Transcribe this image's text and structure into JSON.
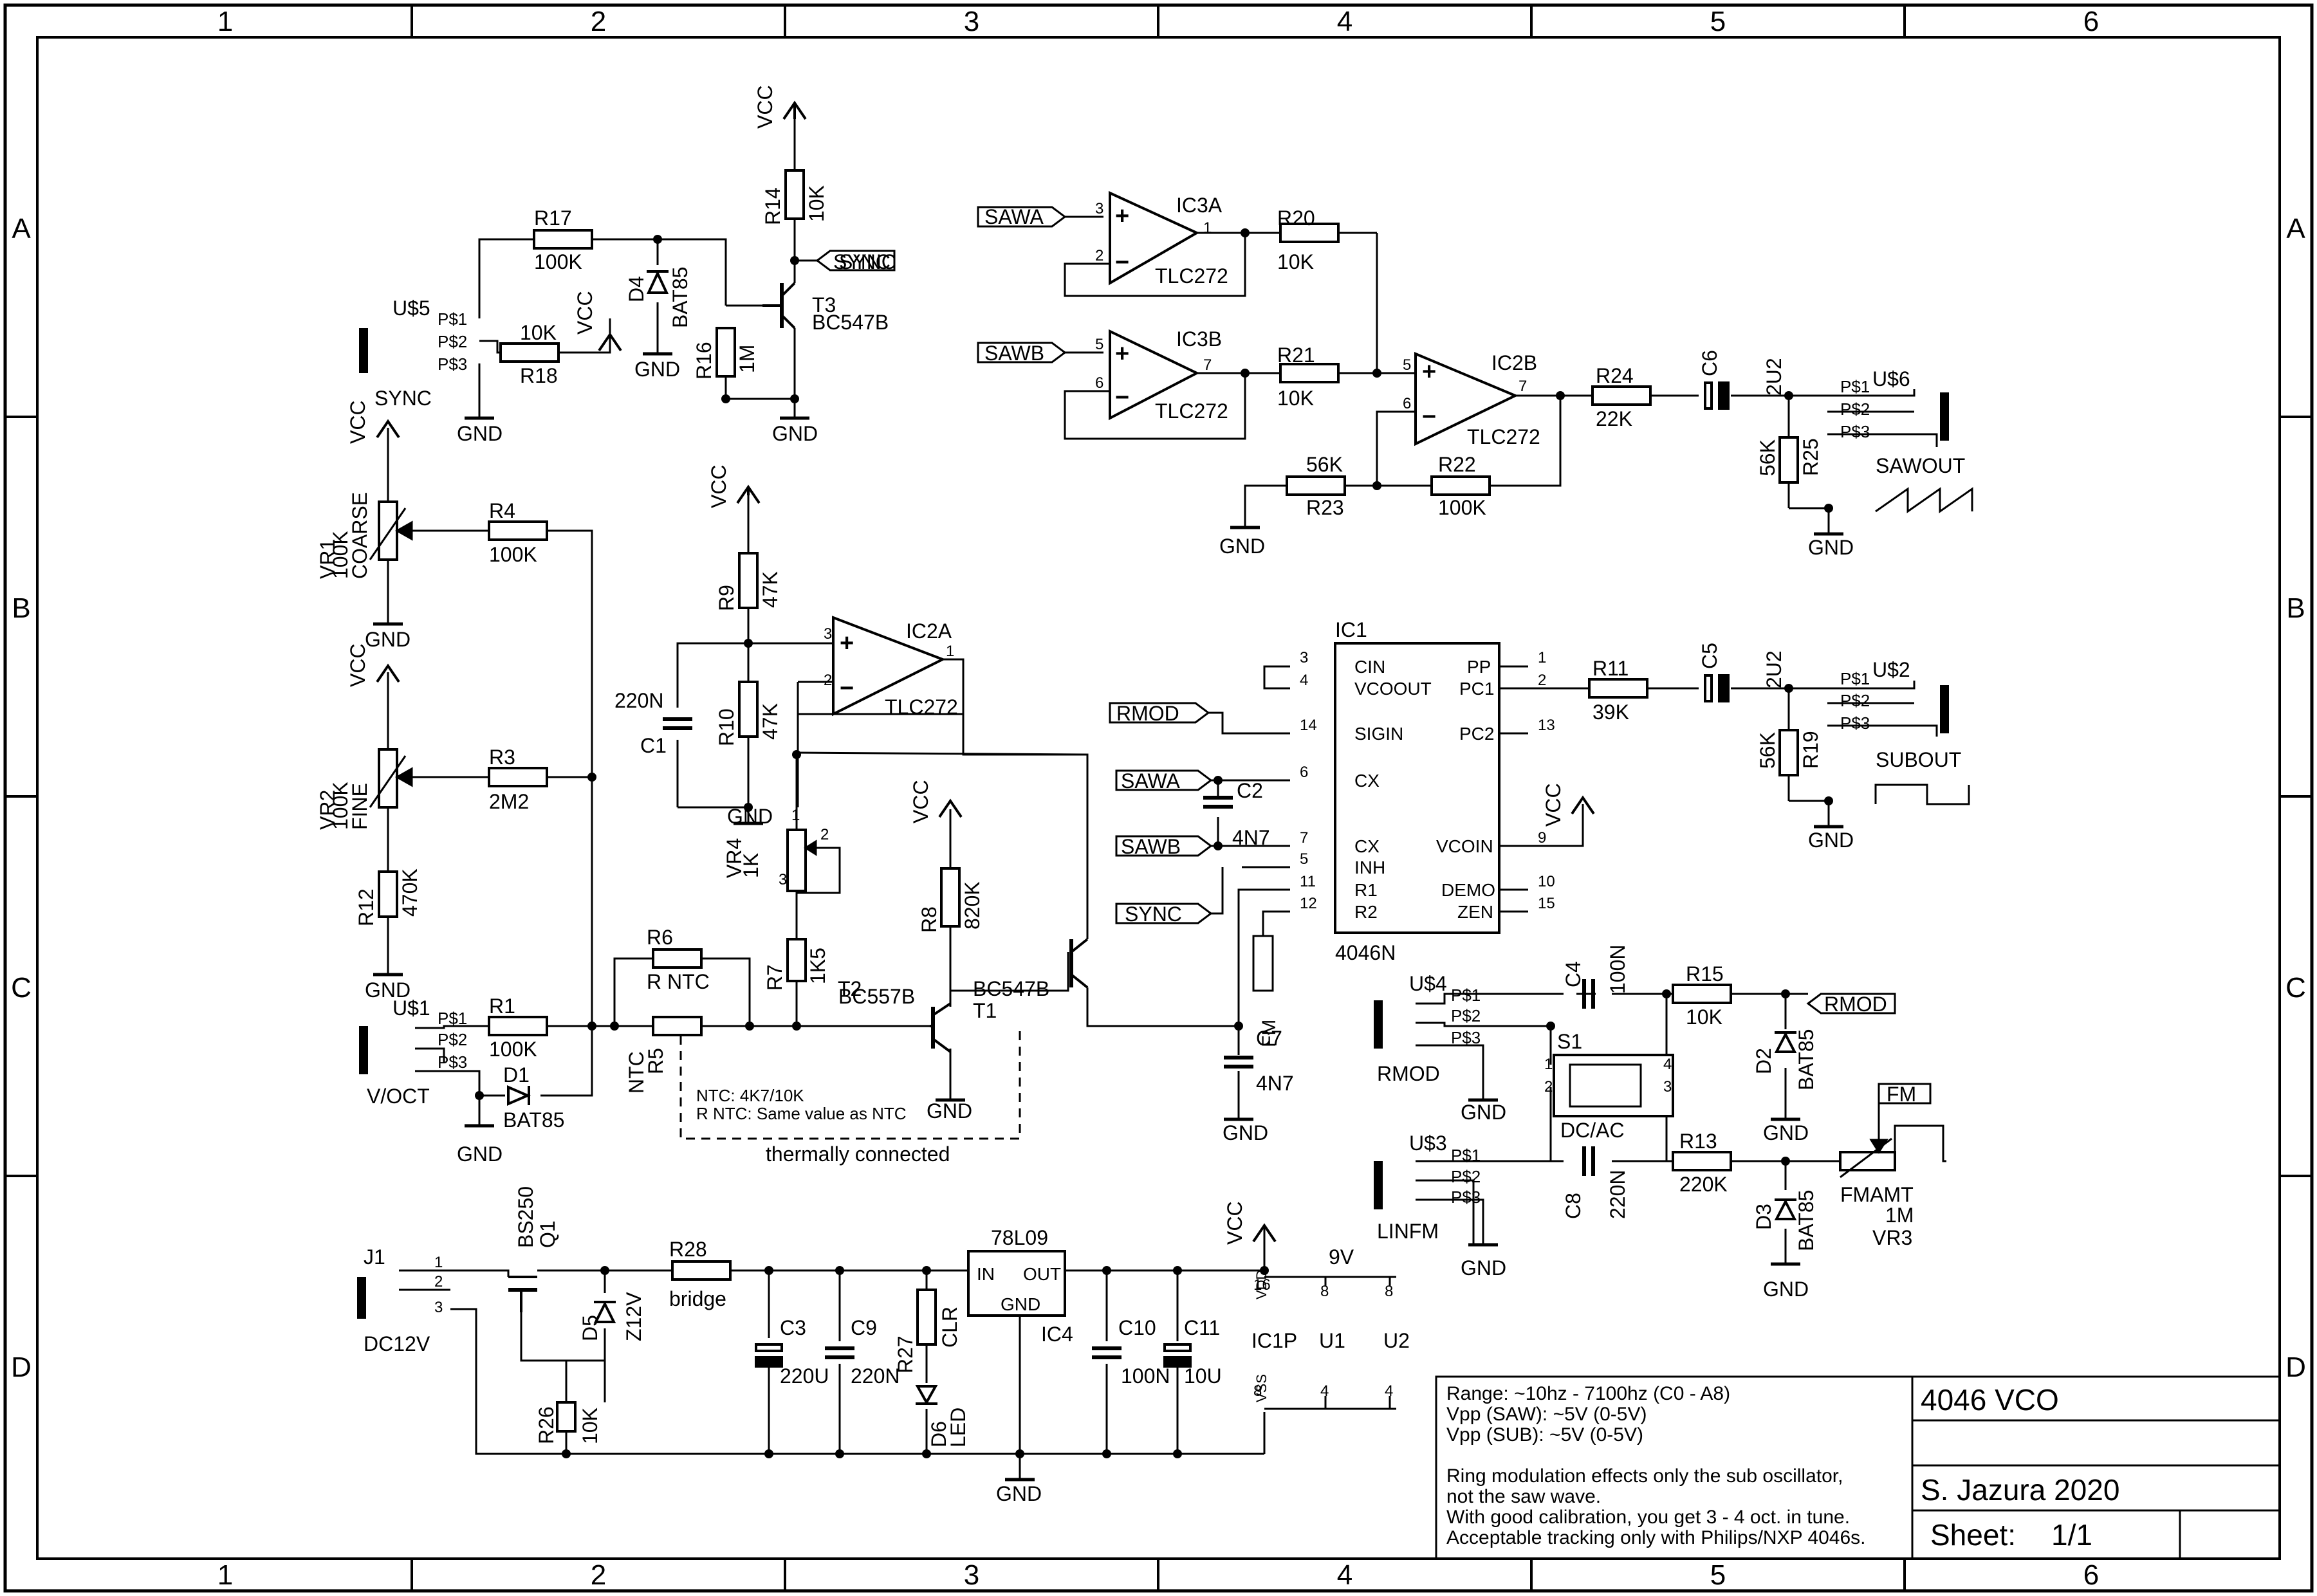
{
  "frame": {
    "columns": [
      "1",
      "2",
      "3",
      "4",
      "5",
      "6"
    ],
    "rows": [
      "A",
      "B",
      "C",
      "D"
    ]
  },
  "title_block": {
    "title": "4046 VCO",
    "author": "S. Jazura 2020",
    "sheet_label": "Sheet:",
    "sheet_value": "1/1",
    "notes": [
      "Range: ~10hz - 7100hz (C0 - A8)",
      "Vpp (SAW): ~5V (0-5V)",
      "Vpp (SUB): ~5V (0-5V)",
      "",
      "Ring modulation effects only the sub oscillator,",
      "not the saw wave.",
      "With good calibration, you get 3 - 4 oct. in tune.",
      "Acceptable tracking only with Philips/NXP 4046s."
    ]
  },
  "ntc_note": {
    "line1": "NTC: 4K7/10K",
    "line2": "R NTC: Same value as NTC",
    "caption": "thermally connected"
  },
  "labels": {
    "vcc": "VCC",
    "gnd": "GND",
    "9v": "9V",
    "sync": "SYNC",
    "sawa": "SAWA",
    "sawb": "SAWB",
    "rmod": "RMOD",
    "fm": "FM",
    "sawout": "SAWOUT",
    "subout": "SUBOUT",
    "voct": "V/OCT",
    "linfm": "LINFM",
    "dc12v": "DC12V",
    "dcac": "DC/AC",
    "bridge": "bridge",
    "p1": "P$1",
    "p2": "P$2",
    "p3": "P$3",
    "ic3a": "IC3A",
    "ic3b": "IC3B",
    "ic2a": "IC2A",
    "ic2b": "IC2B",
    "ic1": "IC1",
    "ic4": "IC4",
    "ic1p": "IC1P",
    "tlc272": "TLC272",
    "4046n": "4046N",
    "78l09": "78L09",
    "in": "IN",
    "out": "OUT",
    "u1": "U1",
    "u2": "U2",
    "vdd": "VDD",
    "vss": "VSS",
    "r20": "R20",
    "r21": "R21",
    "r22": "R22",
    "r23": "R23",
    "r24": "R24",
    "r25": "R25",
    "r19": "R19",
    "r11": "R11",
    "r17": "R17",
    "r18": "R18",
    "r14": "R14",
    "r16": "R16",
    "r4": "R4",
    "r3": "R3",
    "r12": "R12",
    "r1": "R1",
    "r6": "R6",
    "r5": "R5",
    "r7": "R7",
    "r8": "R8",
    "r9": "R9",
    "r10": "R10",
    "r13": "R13",
    "r15": "R15",
    "r26": "R26",
    "r27": "R27",
    "r28": "R28",
    "c1": "C1",
    "c2": "C2",
    "c3": "C3",
    "c4": "C4",
    "c5": "C5",
    "c6": "C6",
    "c7": "C7",
    "c8": "C8",
    "c9": "C9",
    "c10": "C10",
    "c11": "C11",
    "d1": "D1",
    "d2": "D2",
    "d3": "D3",
    "d4": "D4",
    "d5": "D5",
    "d6": "D6",
    "t1": "T1",
    "t2": "T2",
    "t3": "T3",
    "q1": "Q1",
    "j1": "J1",
    "s1": "S1",
    "vr1": "VR1",
    "vr2": "VR2",
    "vr3": "VR3",
    "vr4": "VR4",
    "u5": "U$5",
    "u6": "U$6",
    "u1c": "U$1",
    "u2c": "U$2",
    "u3": "U$3",
    "u4": "U$4",
    "v10k": "10K",
    "v100k": "100K",
    "v22k": "22K",
    "v56k": "56K",
    "v39k": "39K",
    "v1m": "1M",
    "v2m2": "2M2",
    "v470k": "470K",
    "v47k": "47K",
    "v1k5": "1K5",
    "v820k": "820K",
    "v220k": "220K",
    "v1k": "1K",
    "v2u2": "2U2",
    "v4n7": "4N7",
    "v220n": "220N",
    "v100n": "100N",
    "v220u": "220U",
    "v10u": "10U",
    "bat85": "BAT85",
    "z12v": "Z12V",
    "led": "LED",
    "clr": "CLR",
    "bs250": "BS250",
    "bc547b": "BC547B",
    "bc557b": "BC557B",
    "rntc": "R NTC",
    "ntc": "NTC",
    "coarse": "COARSE",
    "fine": "FINE",
    "fmamt": "FMAMT",
    "cin": "CIN",
    "vcoout": "VCOOUT",
    "sigin": "SIGIN",
    "cx": "CX",
    "inh": "INH",
    "r1p": "R1",
    "r2p": "R2",
    "pp": "PP",
    "pc1": "PC1",
    "pc2": "PC2",
    "vcoin": "VCOIN",
    "demo": "DEMO",
    "zen": "ZEN"
  }
}
